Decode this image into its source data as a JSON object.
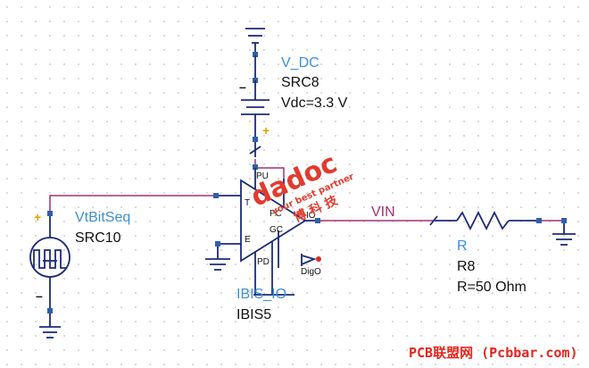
{
  "dc_source": {
    "name": "V_DC",
    "instance": "SRC8",
    "param": "Vdc=3.3 V",
    "minus": "–",
    "plus": "+"
  },
  "bit_source": {
    "name": "VtBitSeq",
    "instance": "SRC10",
    "plus": "+",
    "minus": "–"
  },
  "ibis": {
    "name": "IBIS_IO",
    "instance": "IBIS5",
    "pins": {
      "pu": "PU",
      "t": "T",
      "pc": "PC",
      "gc": "GC",
      "io": "IO",
      "e": "E",
      "pd": "PD"
    },
    "digo": "DigO"
  },
  "net": {
    "vin": "VIN"
  },
  "resistor": {
    "name": "R",
    "instance": "R8",
    "param": "R=50 Ohm"
  },
  "watermark": {
    "brand": "dadoc",
    "tagline": "your best partner",
    "cn": "博 科 技",
    "bottom": "PCB联盟网 (Pcbbar.com)"
  },
  "colors": {
    "wire": "#a0307a",
    "component": "#1e2a78",
    "label": "#3b8fd6",
    "node": "#2f5fa8"
  }
}
